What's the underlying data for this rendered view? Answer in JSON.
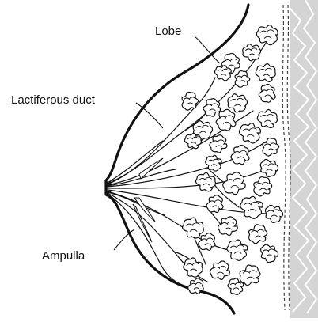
{
  "labels": {
    "lobe": "Lobe",
    "duct": "Lactiferous duct",
    "ampulla": "Ampulla"
  },
  "colors": {
    "outline": "#111111",
    "chest_wall": "#d4d4d4",
    "tissue_line": "#ffffff",
    "background": "#ffffff"
  },
  "icons": [
    "lobule-cluster",
    "milk-duct",
    "nipple",
    "chest-wall"
  ]
}
